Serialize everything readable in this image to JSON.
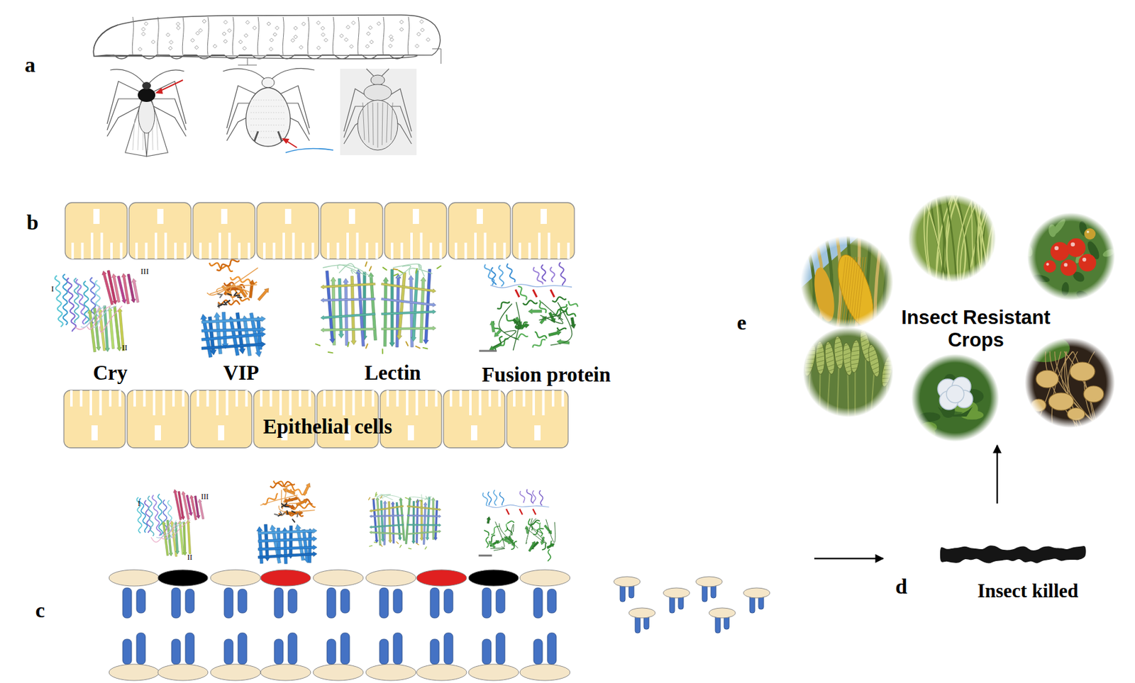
{
  "diagram": {
    "nodes": [
      {
        "text": [
          "c"
        ]
      },
      {
        "text": [
          "d",
          "Insect killed"
        ]
      },
      {
        "text": [
          "e",
          "Insect Resistant Crops"
        ]
      }
    ],
    "edges": [
      {
        "from": 0,
        "to": 1,
        "arrow": "to"
      },
      {
        "from": 1,
        "to": 2,
        "arrow": "to"
      }
    ],
    "labels": [
      "a",
      "b",
      "I",
      "III",
      "II",
      "Cry",
      "VIP",
      "Lectin",
      "Fusion protein",
      "Epithelial cells",
      "I",
      "III",
      "II"
    ]
  }
}
